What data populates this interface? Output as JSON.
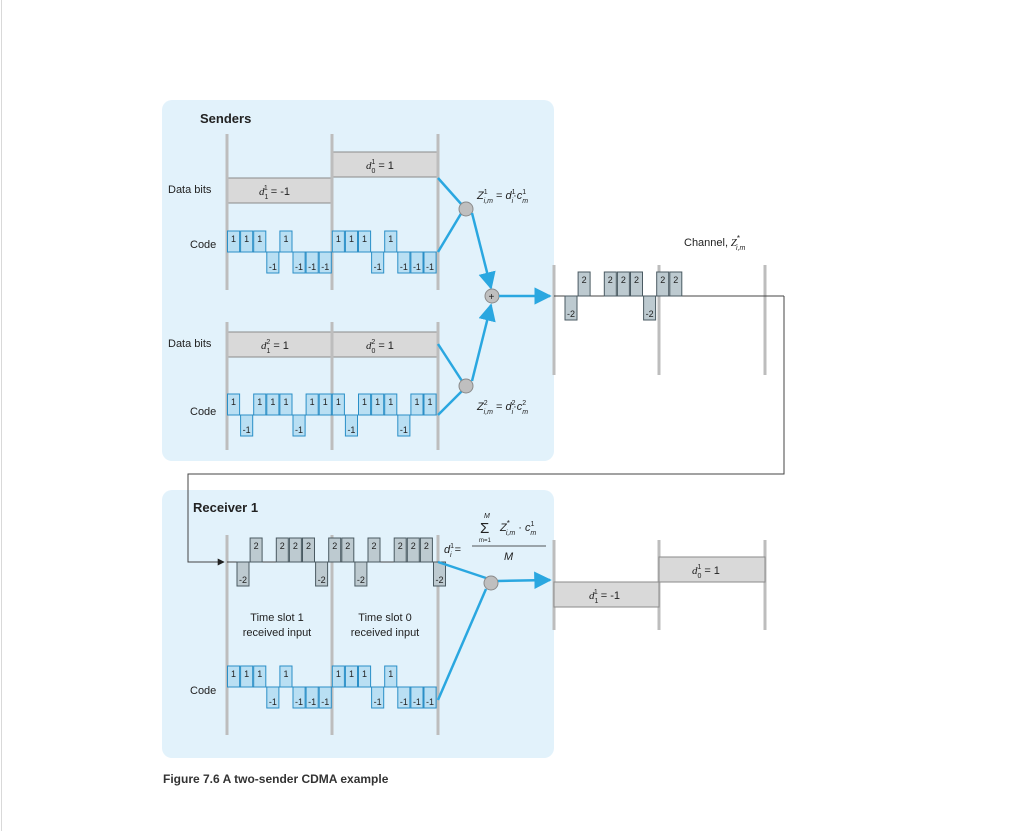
{
  "colors": {
    "panel": "#e2f2fb",
    "chip": "#b9dff3",
    "chip_stroke": "#2a8fc7",
    "bar": "#d9d9d9",
    "bar_stroke": "#8a8a8a",
    "arrow": "#2aa7e0",
    "axis": "#bdbdbd",
    "line": "#444444",
    "channel_box": "#bdcad0"
  },
  "senders": {
    "title": "Senders",
    "data_bits_label": "Data bits",
    "code_label": "Code",
    "sender1": {
      "bit_slot1": "= -1",
      "bit_slot0": "= 1",
      "code_slot1": [
        1,
        1,
        1,
        -1,
        1,
        -1,
        -1,
        -1
      ],
      "code_slot0": [
        1,
        1,
        1,
        -1,
        1,
        -1,
        -1,
        -1
      ],
      "formula_rhs": "·"
    },
    "sender2": {
      "bit_slot1": "= 1",
      "bit_slot0": "= 1",
      "code_slot1": [
        1,
        -1,
        1,
        1,
        1,
        -1,
        1,
        1
      ],
      "code_slot0": [
        1,
        -1,
        1,
        1,
        1,
        -1,
        1,
        1
      ],
      "formula_rhs": "·"
    }
  },
  "channel": {
    "label": "Channel,",
    "values": [
      -2,
      2,
      0,
      2,
      2,
      2,
      -2,
      2,
      2,
      0,
      0,
      0,
      0,
      0,
      0,
      0
    ]
  },
  "receiver": {
    "title": "Receiver 1",
    "input_values": [
      -2,
      2,
      0,
      2,
      2,
      2,
      -2,
      2,
      2,
      -2,
      2,
      0,
      2,
      2,
      2,
      -2
    ],
    "code": [
      1,
      1,
      1,
      -1,
      1,
      -1,
      -1,
      -1,
      1,
      1,
      1,
      -1,
      1,
      -1,
      -1,
      -1
    ],
    "time_slot_1": [
      "Time slot 1",
      "received input"
    ],
    "time_slot_0": [
      "Time slot 0",
      "received input"
    ],
    "code_label": "Code",
    "formula_denominator": "M",
    "formula_sum_top": "M",
    "formula_sum_bottom": "m=1",
    "output_slot1": "= -1",
    "output_slot0": "= 1"
  },
  "caption": "Figure 7.6 A two-sender CDMA example"
}
